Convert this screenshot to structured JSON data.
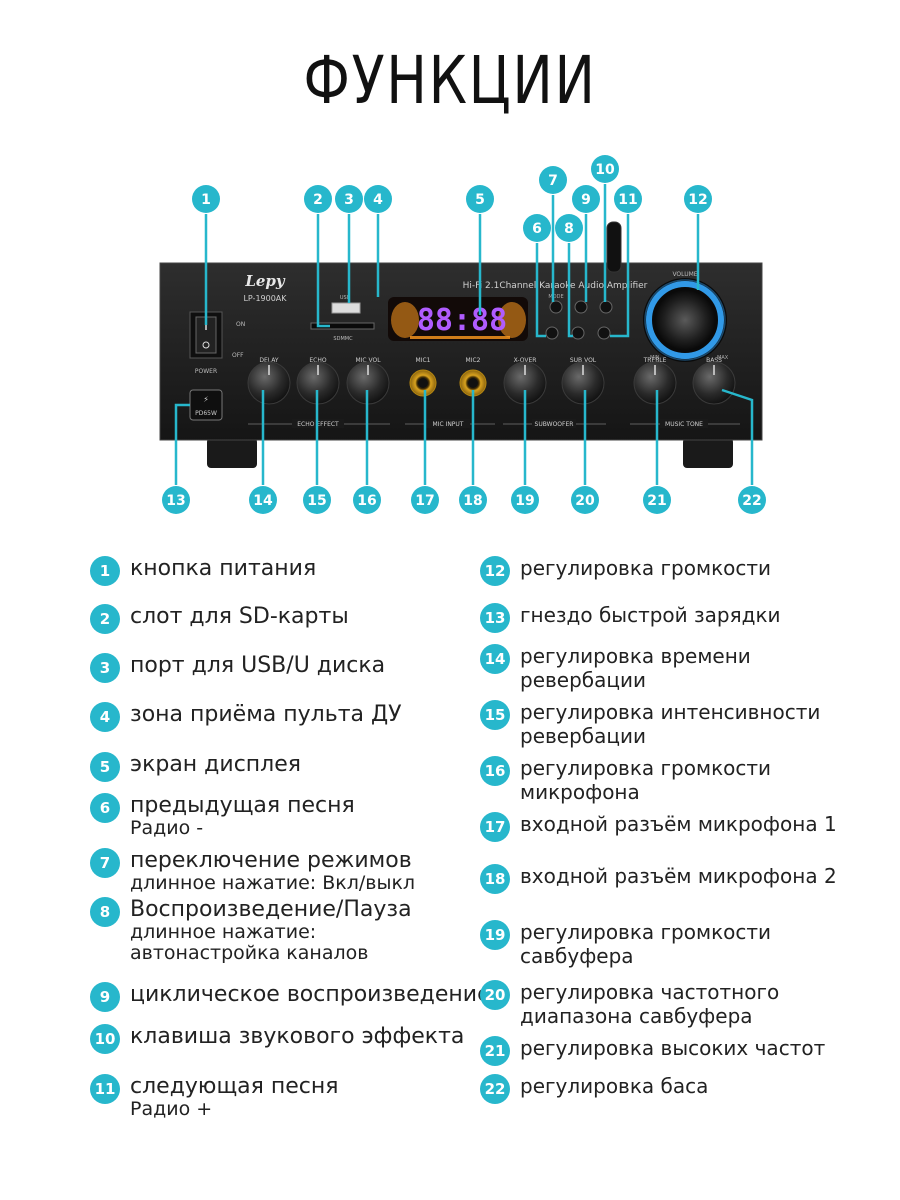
{
  "title": "ФУНКЦИИ",
  "device": {
    "brand": "Lepy",
    "model": "LP-1900AK",
    "header": "Hi-Fi 2.1Channel Karaoke Audio Amplifier",
    "display": "88:88",
    "sd_label": "SDMMC",
    "usb_label": "USB",
    "on_label": "ON",
    "off_label": "OFF",
    "power_label": "POWER",
    "pd_label": "PD65W",
    "volume_label": "VOLUME",
    "min_label": "MIN",
    "max_label": "MAX",
    "mode_label": "MODE",
    "knob_labels": [
      "DELAY",
      "ECHO",
      "MIC VOL",
      "MIC1",
      "MIC2",
      "X-OVER",
      "SUB VOL",
      "TREBLE",
      "BASS"
    ],
    "section_labels": [
      "ECHO EFFECT",
      "MIC INPUT",
      "SUBWOOFER",
      "MUSIC TONE"
    ]
  },
  "markers": [
    "1",
    "2",
    "3",
    "4",
    "5",
    "6",
    "7",
    "8",
    "9",
    "10",
    "11",
    "12",
    "13",
    "14",
    "15",
    "16",
    "17",
    "18",
    "19",
    "20",
    "21",
    "22"
  ],
  "legend": [
    {
      "num": "1",
      "line1": "кнопка питания",
      "sub": []
    },
    {
      "num": "2",
      "line1": "слот для SD-карты",
      "sub": []
    },
    {
      "num": "3",
      "line1": "порт для USB/U диска",
      "sub": []
    },
    {
      "num": "4",
      "line1": "зона приёма пульта ДУ",
      "sub": []
    },
    {
      "num": "5",
      "line1": "экран дисплея",
      "sub": []
    },
    {
      "num": "6",
      "line1": "предыдущая песня",
      "sub": [
        "Радио -"
      ]
    },
    {
      "num": "7",
      "line1": "переключение режимов",
      "sub": [
        "длинное нажатие: Вкл/выкл"
      ]
    },
    {
      "num": "8",
      "line1": "Воспроизведение/Пауза",
      "sub": [
        "длинное нажатие:",
        "автонастройка каналов"
      ]
    },
    {
      "num": "9",
      "line1": "циклическое воспроизведение",
      "sub": []
    },
    {
      "num": "10",
      "line1": "клавиша звукового эффекта",
      "sub": []
    },
    {
      "num": "11",
      "line1": "следующая песня",
      "sub": [
        "Радио +"
      ]
    },
    {
      "num": "12",
      "line1": "регулировка громкости",
      "sub": []
    },
    {
      "num": "13",
      "line1": "гнездо быстрой зарядки",
      "sub": []
    },
    {
      "num": "14",
      "line1": "регулировка времени",
      "sub": [
        "ревербации"
      ]
    },
    {
      "num": "15",
      "line1": "регулировка интенсивности",
      "sub": [
        "ревербации"
      ]
    },
    {
      "num": "16",
      "line1": "регулировка громкости",
      "sub": [
        "микрофона"
      ]
    },
    {
      "num": "17",
      "line1": "входной разъём микрофона 1",
      "sub": []
    },
    {
      "num": "18",
      "line1": "входной разъём микрофона 2",
      "sub": []
    },
    {
      "num": "19",
      "line1": "регулировка громкости",
      "sub": [
        "савбуфера"
      ]
    },
    {
      "num": "20",
      "line1": "регулировка частотного",
      "sub": [
        "диапазона савбуфера"
      ]
    },
    {
      "num": "21",
      "line1": "регулировка высоких частот",
      "sub": []
    },
    {
      "num": "22",
      "line1": "регулировка баса",
      "sub": []
    }
  ],
  "colors": {
    "accent": "#27b7cc",
    "panel": "#1c1c1c",
    "display": "#b05cff",
    "glow": "#ff9a1f",
    "ring": "#35a8ff"
  }
}
